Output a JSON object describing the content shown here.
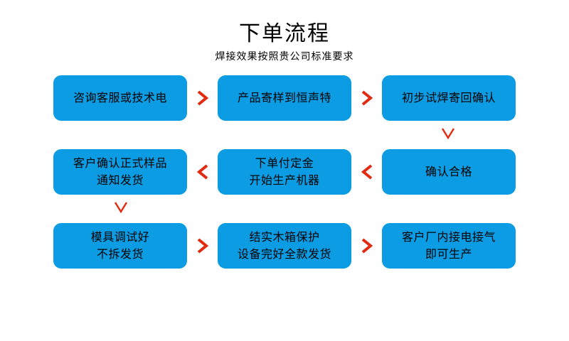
{
  "header": {
    "title": "下单流程",
    "subtitle": "焊接效果按照贵公司标准要求"
  },
  "colors": {
    "node_fill": "#0b9ce3",
    "arrow": "#e22a10",
    "text": "#000000",
    "background": "#ffffff"
  },
  "flow": {
    "rows": [
      {
        "id": "row-1",
        "direction": "left-to-right",
        "nodes": [
          {
            "id": "node-1",
            "lines": [
              "咨询客服或技术电"
            ]
          },
          {
            "id": "node-2",
            "lines": [
              "产品寄样到恒声特"
            ]
          },
          {
            "id": "node-3",
            "lines": [
              "初步试焊寄回确认"
            ]
          }
        ],
        "connectors": [
          {
            "id": "arrow-1-2",
            "glyph": ">",
            "name": "chevron-right-icon"
          },
          {
            "id": "arrow-2-3",
            "glyph": ">",
            "name": "chevron-right-icon"
          }
        ]
      },
      {
        "id": "row-2",
        "direction": "right-to-left",
        "nodes": [
          {
            "id": "node-6",
            "lines": [
              "客户确认正式样品",
              "通知发货"
            ]
          },
          {
            "id": "node-5",
            "lines": [
              "下单付定金",
              "开始生产机器"
            ]
          },
          {
            "id": "node-4",
            "lines": [
              "确认合格"
            ]
          }
        ],
        "connectors": [
          {
            "id": "arrow-5-6",
            "glyph": "<",
            "name": "chevron-left-icon"
          },
          {
            "id": "arrow-4-5",
            "glyph": "<",
            "name": "chevron-left-icon"
          }
        ]
      },
      {
        "id": "row-3",
        "direction": "left-to-right",
        "nodes": [
          {
            "id": "node-7",
            "lines": [
              "模具调试好",
              "不拆发货"
            ]
          },
          {
            "id": "node-8",
            "lines": [
              "结实木箱保护",
              "设备完好全款发货"
            ]
          },
          {
            "id": "node-9",
            "lines": [
              "客户厂内接电接气",
              "即可生产"
            ]
          }
        ],
        "connectors": [
          {
            "id": "arrow-7-8",
            "glyph": ">",
            "name": "chevron-right-icon"
          },
          {
            "id": "arrow-8-9",
            "glyph": ">",
            "name": "chevron-right-icon"
          }
        ]
      }
    ],
    "vertical_connectors": [
      {
        "id": "arrow-3-4",
        "glyph": "V",
        "name": "chevron-down-icon",
        "column": "right"
      },
      {
        "id": "arrow-6-7",
        "glyph": "V",
        "name": "chevron-down-icon",
        "column": "left"
      }
    ]
  }
}
